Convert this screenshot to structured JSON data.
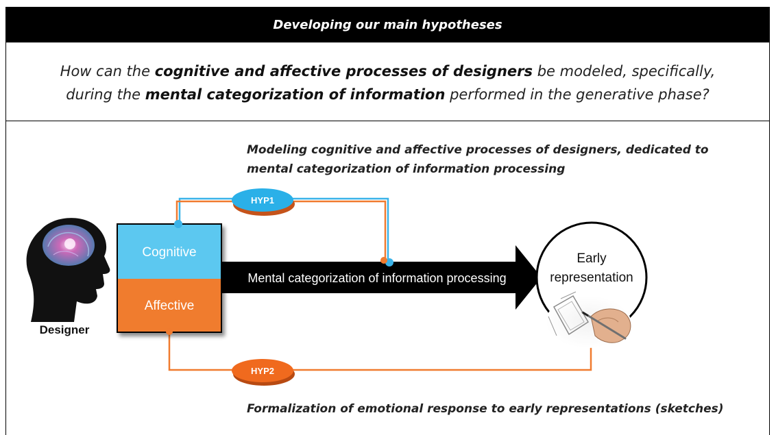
{
  "title": "Developing our main hypotheses",
  "question": {
    "line1_pre": "How can the ",
    "line1_bold": "cognitive and affective processes of designers",
    "line1_post": " be modeled, specifically,",
    "line2_pre": "during the ",
    "line2_bold": "mental categorization of information",
    "line2_post": " performed in the generative phase?"
  },
  "hyp1": {
    "badge": "HYP1",
    "caption_line1": "Modeling cognitive and affective processes of designers, dedicated to",
    "caption_line2": "mental categorization of information processing"
  },
  "hyp2": {
    "badge": "HYP2",
    "caption": "Formalization of emotional response to early representations (sketches)"
  },
  "designer_label": "Designer",
  "box": {
    "cognitive": "Cognitive",
    "affective": "Affective"
  },
  "arrow_label": "Mental categorization of information processing",
  "early_rep": {
    "line1": "Early",
    "line2": "representation"
  },
  "colors": {
    "cognitive": "#5bc8f0",
    "affective": "#f07b2f",
    "hyp1_badge": "#2ab0e8",
    "hyp2_badge": "#f06a1e",
    "arrow": "#000000"
  }
}
